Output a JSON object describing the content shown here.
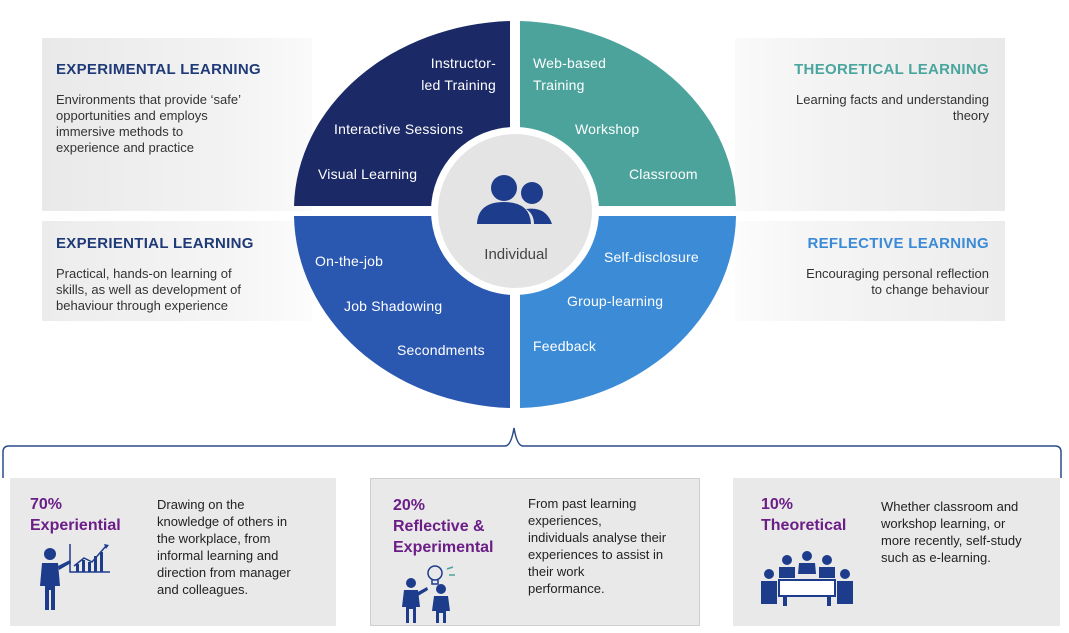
{
  "quadrants": {
    "experimental": {
      "title": "EXPERIMENTAL LEARNING",
      "desc_lines": [
        "Environments that provide ‘safe’",
        "opportunities and employs",
        "immersive methods to",
        "experience and practice"
      ]
    },
    "theoretical": {
      "title": "THEORETICAL LEARNING",
      "desc_lines": [
        "Learning facts and understanding",
        "theory"
      ]
    },
    "experiential": {
      "title": "EXPERIENTIAL  LEARNING",
      "desc_lines": [
        "Practical, hands-on learning of",
        "skills, as well as development of",
        "behaviour through experience"
      ]
    },
    "reflective": {
      "title": "REFLECTIVE LEARNING",
      "desc_lines": [
        "Encouraging personal reflection",
        "to change behaviour"
      ]
    }
  },
  "wheel": {
    "center_label": "Individual",
    "colors": {
      "top_left": "#1b2a66",
      "top_right": "#4ba39c",
      "bottom_left": "#2a57b0",
      "bottom_right": "#3b8bd6",
      "center": "#e4e4e4",
      "people_icon": "#1d3c8c"
    },
    "top_left_items": [
      "Instructor-",
      "led Training",
      "Interactive Sessions",
      "Visual Learning"
    ],
    "top_right_items": [
      "Web-based",
      "Training",
      "Workshop",
      "Classroom"
    ],
    "bottom_left_items": [
      "On-the-job",
      "Job Shadowing",
      "Secondments"
    ],
    "bottom_right_items": [
      "Self-disclosure",
      "Group-learning",
      "Feedback"
    ]
  },
  "boxes": [
    {
      "title_lines": [
        "70%",
        "Experiential"
      ],
      "text_lines": [
        "Drawing on the",
        "knowledge of others in",
        "the workplace, from",
        "informal learning and",
        "direction from manager",
        "and colleagues."
      ],
      "icon": "presenter-chart-icon"
    },
    {
      "title_lines": [
        "20%",
        "Reflective &",
        "Experimental"
      ],
      "text_lines": [
        "From past learning",
        "experiences,",
        "individuals analyse their",
        "experiences to assist in",
        "their work",
        "performance."
      ],
      "icon": "idea-discussion-icon"
    },
    {
      "title_lines": [
        "10%",
        "Theoretical"
      ],
      "text_lines": [
        "Whether classroom and",
        "workshop learning, or",
        "more recently, self-study",
        "such as e-learning."
      ],
      "icon": "meeting-table-icon"
    }
  ],
  "colors": {
    "box_title": "#6b1e86",
    "bracket": "#2a4c8a",
    "icon": "#1d3c8c"
  }
}
